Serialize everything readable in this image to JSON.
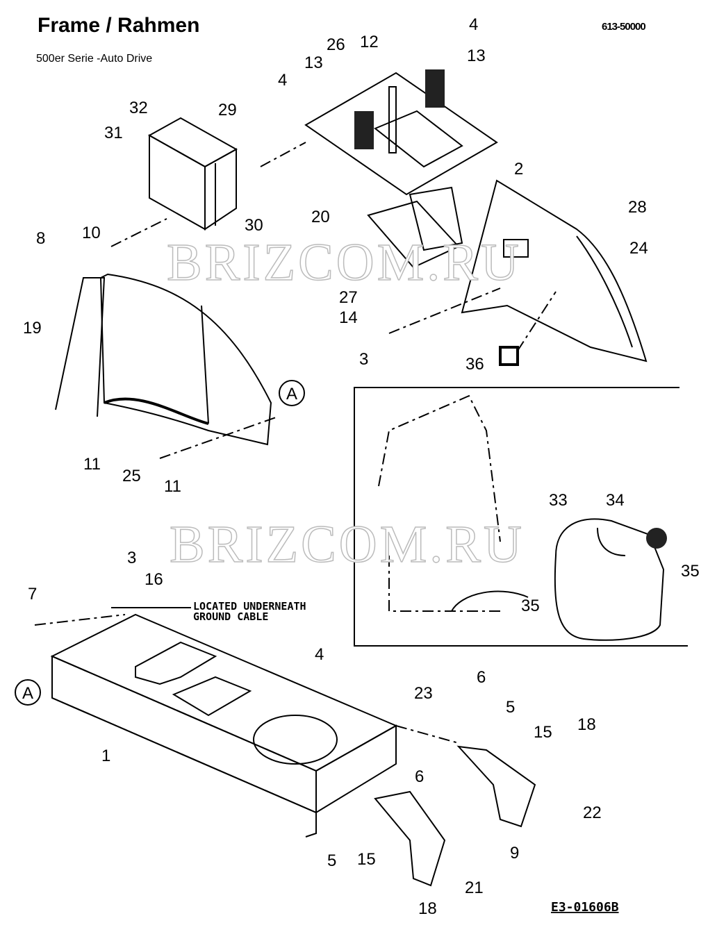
{
  "header": {
    "title": "Frame  /  Rahmen",
    "subtitle": "500er Serie -Auto Drive",
    "code": "613-50000"
  },
  "watermark": "BRIZCOM.RU",
  "note": [
    "LOCATED UNDERNEATH",
    "GROUND CABLE"
  ],
  "reference": "E3-01606B",
  "marker": "A",
  "callouts": [
    "4",
    "26",
    "12",
    "13",
    "13",
    "4",
    "32",
    "29",
    "31",
    "2",
    "28",
    "20",
    "30",
    "8",
    "10",
    "24",
    "27",
    "14",
    "19",
    "3",
    "36",
    "11",
    "25",
    "11",
    "33",
    "34",
    "35",
    "35",
    "3",
    "16",
    "7",
    "4",
    "23",
    "6",
    "5",
    "15",
    "18",
    "1",
    "6",
    "22",
    "9",
    "5",
    "15",
    "21",
    "18"
  ]
}
